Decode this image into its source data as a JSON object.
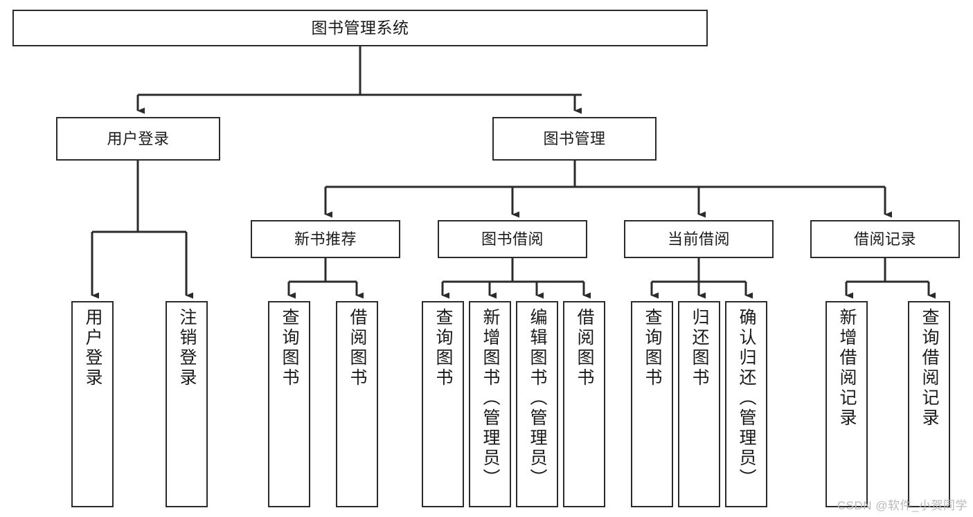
{
  "diagram": {
    "title": "图书管理系统",
    "watermark": "CSDN @软件_小贺同学",
    "edge_color": "#2b2b2b",
    "node_border_color": "#2b2b2b",
    "node_fill_color": "#ffffff",
    "text_color": "#1a1a1a",
    "levels": {
      "root": "图书管理系统",
      "level2": [
        "用户登录",
        "图书管理"
      ],
      "level3": [
        "新书推荐",
        "图书借阅",
        "当前借阅",
        "借阅记录"
      ]
    },
    "nodes": {
      "root": {
        "label": "图书管理系统"
      },
      "user_login": {
        "label": "用户登录"
      },
      "book_manage": {
        "label": "图书管理"
      },
      "new_book_rec": {
        "label": "新书推荐"
      },
      "book_borrow": {
        "label": "图书借阅"
      },
      "current_borrow": {
        "label": "当前借阅"
      },
      "borrow_record": {
        "label": "借阅记录"
      },
      "leaf_user_login": {
        "label": "用户登录"
      },
      "leaf_logout": {
        "label": "注销登录"
      },
      "leaf_query_book_a": {
        "label": "查询图书"
      },
      "leaf_borrow_book_a": {
        "label": "借阅图书"
      },
      "leaf_query_book_b": {
        "label": "查询图书"
      },
      "leaf_add_book": {
        "label": "新增图书（管理员）"
      },
      "leaf_edit_book": {
        "label": "编辑图书（管理员）"
      },
      "leaf_borrow_book_b": {
        "label": "借阅图书"
      },
      "leaf_query_book_c": {
        "label": "查询图书"
      },
      "leaf_return_book": {
        "label": "归还图书"
      },
      "leaf_confirm_return": {
        "label": "确认归还（管理员）"
      },
      "leaf_add_record": {
        "label": "新增借阅记录"
      },
      "leaf_query_record": {
        "label": "查询借阅记录"
      }
    },
    "tree": {
      "图书管理系统": {
        "用户登录": [
          "用户登录",
          "注销登录"
        ],
        "图书管理": {
          "新书推荐": [
            "查询图书",
            "借阅图书"
          ],
          "图书借阅": [
            "查询图书",
            "新增图书（管理员）",
            "编辑图书（管理员）",
            "借阅图书"
          ],
          "当前借阅": [
            "查询图书",
            "归还图书",
            "确认归还（管理员）"
          ],
          "借阅记录": [
            "新增借阅记录",
            "查询借阅记录"
          ]
        }
      }
    }
  }
}
